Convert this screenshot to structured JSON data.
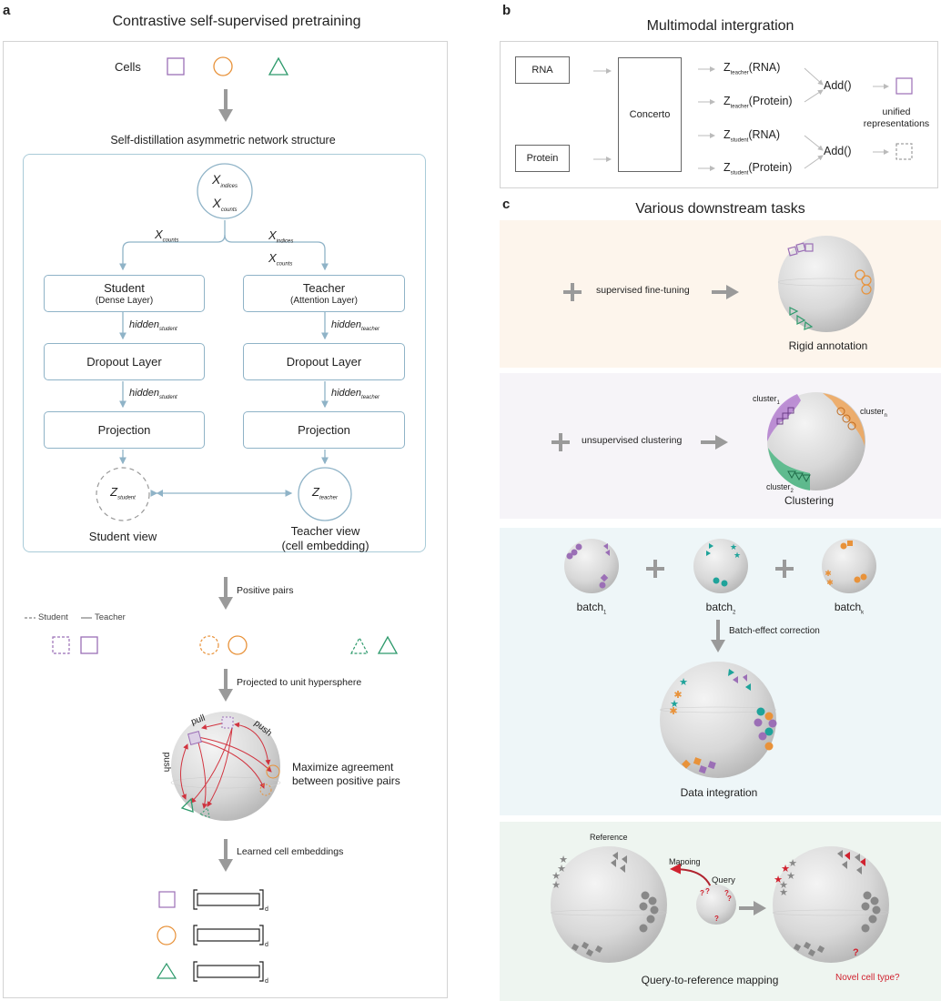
{
  "panel_a": {
    "letter": "a",
    "title": "Contrastive self-supervised pretraining",
    "cells_label": "Cells",
    "network_title": "Self-distillation asymmetric network structure",
    "input_node": {
      "line1": "X",
      "line1_sub": "indices",
      "line2": "X",
      "line2_sub": "counts"
    },
    "student_edge": {
      "var": "X",
      "sub": "counts"
    },
    "teacher_edge": {
      "var1": "X",
      "sub1": "indices",
      "var2": "X",
      "sub2": "counts"
    },
    "student": {
      "encoder": "Student",
      "encoder_sub": "(Dense Layer)",
      "hidden1": "hidden",
      "hidden1_sub": "student",
      "dropout": "Dropout Layer",
      "hidden2": "hidden",
      "hidden2_sub": "student",
      "projection": "Projection",
      "z": "Z",
      "z_sub": "student",
      "view": "Student view"
    },
    "teacher": {
      "encoder": "Teacher",
      "encoder_sub": "(Attention Layer)",
      "hidden1": "hidden",
      "hidden1_sub": "teacher",
      "dropout": "Dropout Layer",
      "hidden2": "hidden",
      "hidden2_sub": "teacher",
      "projection": "Projection",
      "z": "Z",
      "z_sub": "teacher",
      "view_line1": "Teacher view",
      "view_line2": "(cell embedding)"
    },
    "positive_pairs": "Positive pairs",
    "legend": {
      "student": "Student",
      "teacher": "Teacher"
    },
    "projected": "Projected to unit hypersphere",
    "sphere_labels": {
      "pull": "pull",
      "push_left": "push",
      "push_right": "push"
    },
    "maximize_line1": "Maximize agreement",
    "maximize_line2": "between positive pairs",
    "learned": "Learned cell embeddings",
    "embedding_dim": "d"
  },
  "panel_b": {
    "letter": "b",
    "title": "Multimodal intergration",
    "inputs": [
      "RNA",
      "Protein"
    ],
    "model": "Concerto",
    "outputs": [
      {
        "z": "Z",
        "sub": "teacher",
        "mod": "(RNA)"
      },
      {
        "z": "Z",
        "sub": "teacher",
        "mod": "(Protein)"
      },
      {
        "z": "Z",
        "sub": "student",
        "mod": "(RNA)"
      },
      {
        "z": "Z",
        "sub": "student",
        "mod": "(Protein)"
      }
    ],
    "add_label": "Add()",
    "unified_line1": "unified",
    "unified_line2": "representations"
  },
  "panel_c": {
    "letter": "c",
    "title": "Various downstream tasks",
    "annotation": {
      "method": "supervised fine-tuning",
      "result": "Rigid annotation"
    },
    "clustering": {
      "method": "unsupervised clustering",
      "result": "Clustering",
      "cluster1": "cluster",
      "cluster1_sub": "1",
      "cluster2": "cluster",
      "cluster2_sub": "2",
      "clustern": "cluster",
      "clustern_sub": "n"
    },
    "integration": {
      "batches": [
        {
          "name": "batch",
          "sub": "1"
        },
        {
          "name": "batch",
          "sub": "2"
        },
        {
          "name": "batch",
          "sub": "k"
        }
      ],
      "step": "Batch-effect correction",
      "result": "Data integration"
    },
    "mapping": {
      "reference": "Reference",
      "mapping": "Mapoing",
      "query": "Query",
      "novel": "Novel cell type?",
      "result": "Query-to-reference mapping",
      "question_mark": "?"
    }
  },
  "colors": {
    "purple": "#9b6fb6",
    "orange": "#e8923a",
    "green": "#2e9a6c",
    "teal": "#1fa39a",
    "red": "#d0222f",
    "arrow_gray": "#9a9a9a",
    "net_blue": "#8fb3c7",
    "band_annotation": "#fdf5ec",
    "band_clustering": "#f6f4f8",
    "band_integration": "#eef6f8",
    "band_mapping": "#eef5f0"
  }
}
